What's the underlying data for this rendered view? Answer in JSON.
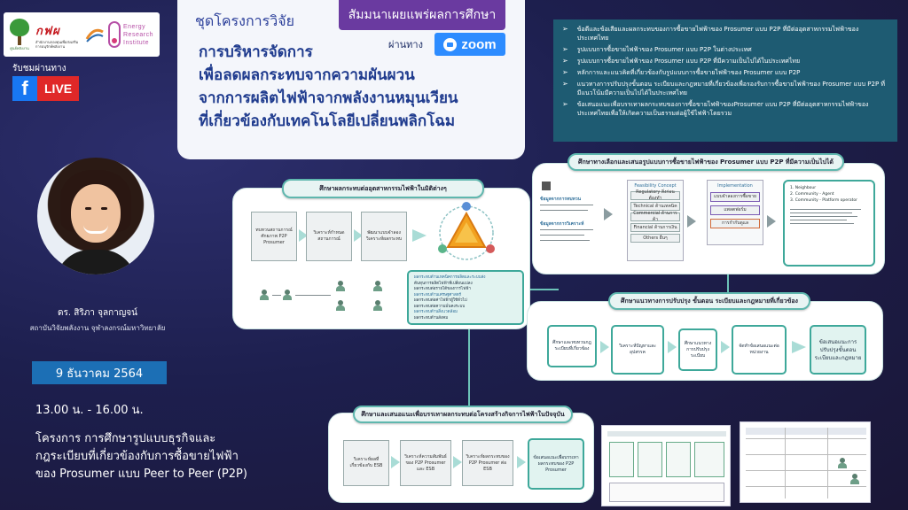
{
  "logos": {
    "left_caption": "ศูนย์พลังงาน",
    "gdp_mark": "กฟผ",
    "gdp_caption": "สำนักงานกองทุนเพื่อส่งเสริมการอนุรักษ์พลังงาน",
    "eri_text": [
      "Energy",
      "Research",
      "Institute"
    ]
  },
  "live": {
    "caption": "รับชมผ่านทาง",
    "fb_letter": "f",
    "label": "LIVE"
  },
  "title_card": {
    "series": "ชุดโครงการวิจัย",
    "seminar_badge": "สัมมนาเผยแพร่ผลการศึกษา",
    "via": "ผ่านทาง",
    "zoom": "zoom",
    "title_lines": [
      "การบริหารจัดการ",
      "เพื่อลดผลกระทบจากความผันผวน",
      "จากการผลิตไฟฟ้าจากพลังงานหมุนเวียน",
      "ที่เกี่ยวข้องกับเทคโนโลยีเปลี่ยนพลิกโฉม"
    ]
  },
  "bullets": [
    "ข้อดีและข้อเสียและผลกระทบของการซื้อขายไฟฟ้าของ Prosumer แบบ P2P ที่มีต่ออุตสาหกรรมไฟฟ้าของประเทศไทย",
    "รูปแบบการซื้อขายไฟฟ้าของ Prosumer แบบ P2P ในต่างประเทศ",
    "รูปแบบการซื้อขายไฟฟ้าของ Prosumer แบบ P2P ที่มีความเป็นไปได้ในประเทศไทย",
    "หลักการและแนวคิดที่เกี่ยวข้องกับรูปแบบการซื้อขายไฟฟ้าของ Prosumer แบบ P2P",
    "แนวทางการปรับปรุงขั้นตอน ระเบียบและกฎหมายที่เกี่ยวข้องเพื่อรองรับการซื้อขายไฟฟ้าของ Prosumer แบบ P2P ที่มีแนวโน้มมีความเป็นไปได้ในประเทศไทย",
    "ข้อเสนอแนะเพื่อบรรเทาผลกระทบของการซื้อขายไฟฟ้าของProsumer แบบ P2P ที่มีต่ออุตสาหกรรมไฟฟ้าของประเทศไทยเพื่อให้เกิดความเป็นธรรมต่อผู้ใช้ไฟฟ้าโดยรวม"
  ],
  "speaker": {
    "name": "ดร. สิริภา จุลกาญจน์",
    "org": "สถาบันวิจัยพลังงาน จุฬาลงกรณ์มหาวิทยาลัย"
  },
  "event": {
    "date": "9 ธันวาคม 2564",
    "time": "13.00 น. - 16.00 น.",
    "project_lines": [
      "โครงการ การศึกษารูปแบบธุรกิจและ",
      "กฎระเบียบที่เกี่ยวข้องกับการซื้อขายไฟฟ้า",
      "ของ Prosumer แบบ Peer to Peer (P2P)"
    ]
  },
  "diagrams": {
    "impact": {
      "title": "ศึกษาผลกระทบต่ออุตสาหกรรมไฟฟ้าในมิติต่างๆ",
      "steps": [
        "ทบทวนสถานการณ์ศักยภาพ P2P Prosumer",
        "วิเคราะห์กำหนดสถานการณ์",
        "พัฒนาแบบจำลองวิเคราะห์ผลกระทบ"
      ],
      "detail_lines": [
        "ผลกระทบด้านเทคนิคการผลิตและระบบส่ง",
        "ต้นทุนการผลิตไฟฟ้าที่เปลี่ยนแปลง",
        "ผลกระทบต่อรายได้ของการไฟฟ้า",
        "ผลกระทบด้านเศรษฐศาสตร์",
        "ผลกระทบต่อค่าไฟฟ้าผู้ใช้ทั่วไป",
        "ผลกระทบต่อความมั่นคงระบบ",
        "ผลกระทบด้านสิ่งแวดล้อม",
        "ผลกระทบด้านสังคม"
      ]
    },
    "model": {
      "title": "ศึกษาทางเลือกและเสนอรูปแบบการซื้อขายไฟฟ้าของ Prosumer แบบ P2P ที่มีความเป็นไปได้",
      "columns": [
        "Feasibility Concept",
        "Implementation"
      ],
      "feasibility_items": [
        "Regulatory สิ่งก่อนต้องทำ",
        "Technical ด้านเทคนิค",
        "Commercial ด้านการค้า",
        "Financial ด้านการเงิน",
        "Others อื่นๆ"
      ],
      "implementation_items": [
        "แบบจำลองการซื้อขาย",
        "แพลตฟอร์ม",
        "การกำกับดูแล"
      ],
      "result_items": [
        "1. Neighbour",
        "2. Community - Agent",
        "3. Community - Platform operator"
      ],
      "left_headers": [
        "ข้อมูลจากการทบทวน",
        "ข้อมูลจากการวิเคราะห์"
      ]
    },
    "regulation": {
      "title": "ศึกษาแนวทางการปรับปรุง ขั้นตอน ระเบียบและกฎหมายที่เกี่ยวข้อง",
      "steps": [
        "ศึกษาและทบทวนกฎระเบียบที่เกี่ยวข้อง",
        "วิเคราะห์ปัญหาและอุปสรรค",
        "ศึกษาแนวทางการปรับปรุงระเบียบ",
        "จัดทำข้อเสนอแนะต่อหน่วยงาน",
        "ข้อเสนอแนะการปรับปรุงขั้นตอน ระเบียบและกฎหมาย"
      ]
    },
    "mitigation": {
      "title": "ศึกษาและเสนอแนะเพื่อบรรเทาผลกระทบต่อโครงสร้างกิจการไฟฟ้าในปัจจุบัน",
      "steps": [
        "วิเคราะห์ผลที่เกี่ยวข้องกับ ESB",
        "วิเคราะห์ความสัมพันธ์ของ P2P Prosumer และ ESB",
        "วิเคราะห์ผลกระทบของ P2P Prosumer ต่อ ESB",
        "ข้อเสนอแนะเพื่อบรรเทาผลกระทบของ P2P Prosumer"
      ]
    }
  }
}
